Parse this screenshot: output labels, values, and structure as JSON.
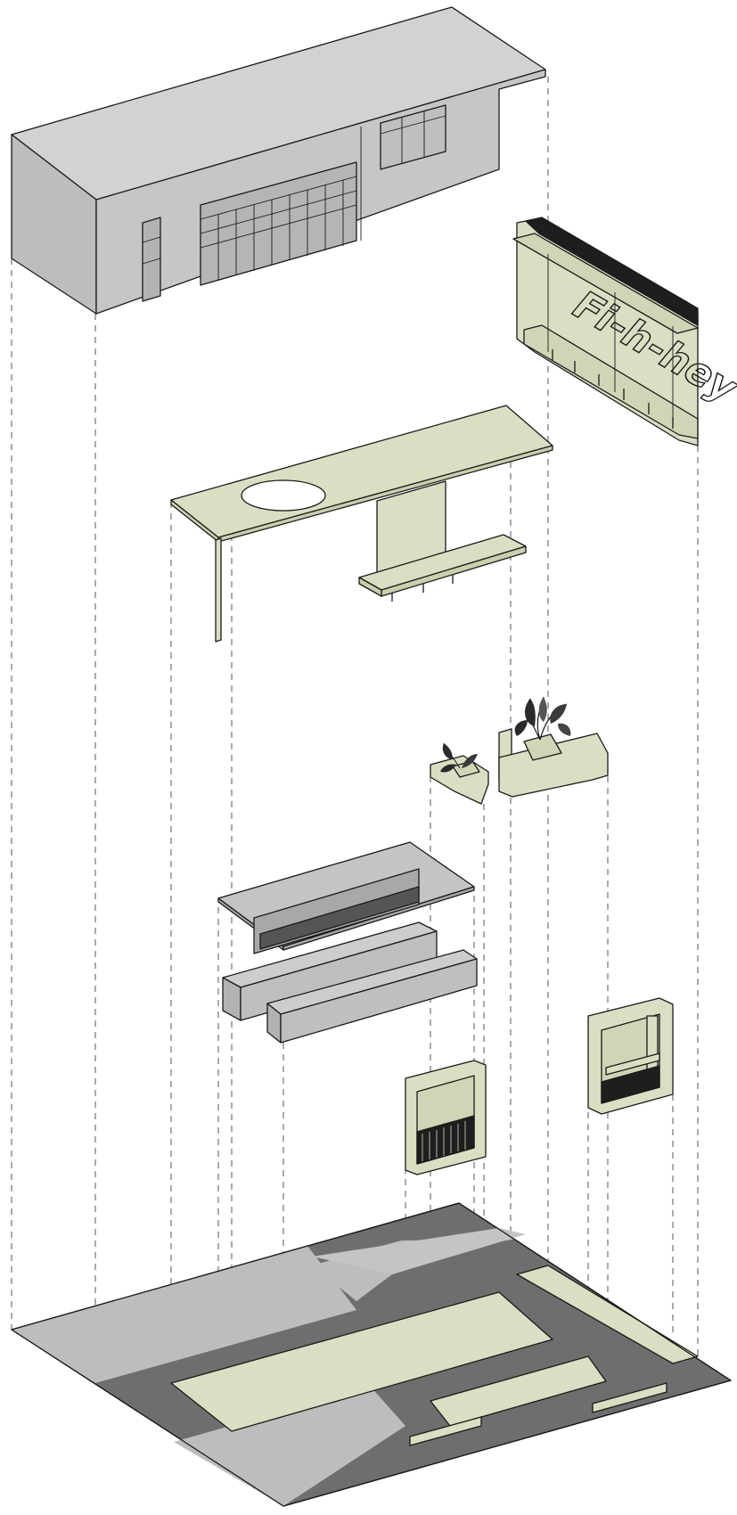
{
  "drawing": {
    "sign_text": "Fi-h-hey",
    "colors": {
      "background": "#ffffff",
      "line": "#1a1a1a",
      "grey_light": "#c8c8c8",
      "grey_mid": "#bdbdbd",
      "grey_dark": "#6e6e6e",
      "green_light": "#d9dfc2",
      "green_dark": "#c9d0ad",
      "dash": "#555555"
    },
    "components": [
      {
        "key": "roof-shell",
        "icon": "building-shell-icon"
      },
      {
        "key": "signage-wall",
        "icon": "shelving-sign-icon"
      },
      {
        "key": "counter-table",
        "icon": "table-icon"
      },
      {
        "key": "planter-shelf",
        "icon": "plant-icon"
      },
      {
        "key": "grey-table-benches",
        "icon": "bench-icon"
      },
      {
        "key": "small-cabinet-left",
        "icon": "cabinet-icon"
      },
      {
        "key": "small-cabinet-right",
        "icon": "cabinet-icon"
      },
      {
        "key": "floor-plan",
        "icon": "floor-icon"
      }
    ]
  }
}
